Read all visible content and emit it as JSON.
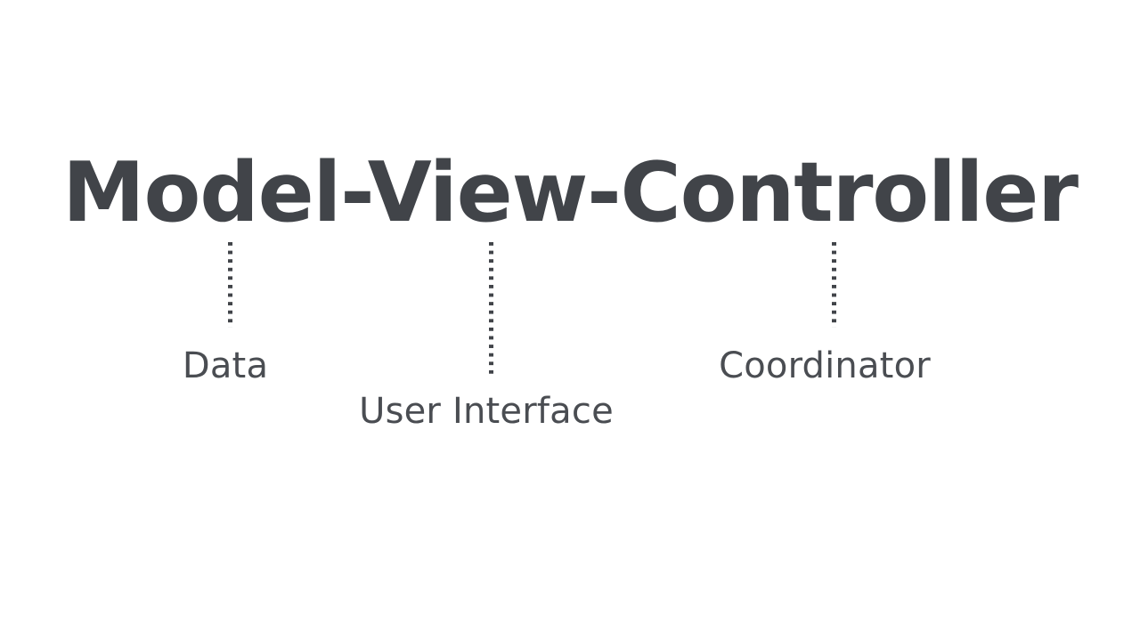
{
  "slide": {
    "background_color": "#ffffff",
    "text_color": "#414449",
    "label_color": "#4a4d52",
    "title": "Model-View-Controller",
    "connectors": [
      {
        "name": "model-connector",
        "glyph": "dotted-vertical-line"
      },
      {
        "name": "view-connector",
        "glyph": "dotted-vertical-line"
      },
      {
        "name": "controller-connector",
        "glyph": "dotted-vertical-line"
      }
    ],
    "labels": [
      {
        "key": "model",
        "text": "Data"
      },
      {
        "key": "view",
        "text": "User Interface"
      },
      {
        "key": "controller",
        "text": "Coordinator"
      }
    ]
  }
}
